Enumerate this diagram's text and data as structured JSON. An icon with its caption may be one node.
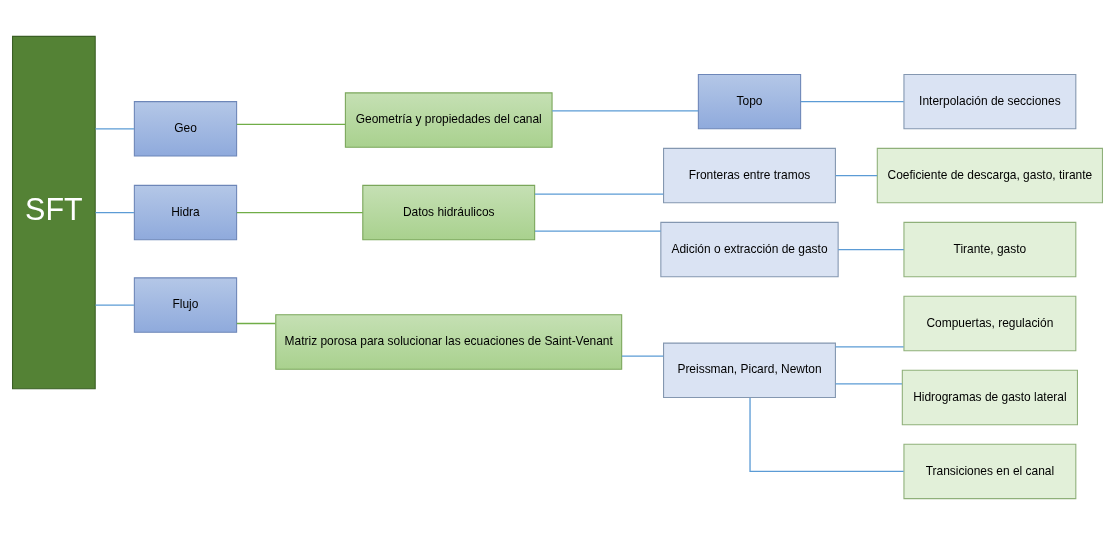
{
  "diagram": {
    "nodes": [
      {
        "text": [
          "SFT"
        ]
      },
      {
        "text": [
          "Geo"
        ]
      },
      {
        "text": [
          "Hidra"
        ]
      },
      {
        "text": [
          "Flujo"
        ]
      },
      {
        "text": [
          "Geometría y propiedades del canal"
        ]
      },
      {
        "text": [
          "Topo"
        ]
      },
      {
        "text": [
          "Interpolación de secciones"
        ]
      },
      {
        "text": [
          "Datos hidráulicos"
        ]
      },
      {
        "text": [
          "Fronteras entre tramos"
        ]
      },
      {
        "text": [
          "Adición o extracción de gasto"
        ]
      },
      {
        "text": [
          "Coeficiente de descarga, gasto, tirante"
        ]
      },
      {
        "text": [
          "Tirante, gasto"
        ]
      },
      {
        "text": [
          "Matriz porosa para solucionar las ecuaciones de Saint-Venant"
        ]
      },
      {
        "text": [
          "Preissman, Picard, Newton"
        ]
      },
      {
        "text": [
          "Compuertas, regulación"
        ]
      },
      {
        "text": [
          "Hidrogramas de gasto lateral"
        ]
      },
      {
        "text": [
          "Transiciones en el canal"
        ]
      }
    ],
    "edges": [
      {
        "from": 0,
        "to": 1,
        "arrow": "none"
      },
      {
        "from": 0,
        "to": 2,
        "arrow": "none"
      },
      {
        "from": 0,
        "to": 3,
        "arrow": "none"
      },
      {
        "from": 1,
        "to": 4,
        "arrow": "none",
        "color": "#70ad47"
      },
      {
        "from": 4,
        "to": 5,
        "arrow": "none"
      },
      {
        "from": 5,
        "to": 6,
        "arrow": "none"
      },
      {
        "from": 2,
        "to": 7,
        "arrow": "none",
        "color": "#70ad47"
      },
      {
        "from": 7,
        "to": 8,
        "arrow": "none"
      },
      {
        "from": 7,
        "to": 9,
        "arrow": "none"
      },
      {
        "from": 8,
        "to": 10,
        "arrow": "none"
      },
      {
        "from": 9,
        "to": 11,
        "arrow": "none"
      },
      {
        "from": 3,
        "to": 12,
        "arrow": "none",
        "color": "#70ad47"
      },
      {
        "from": 12,
        "to": 13,
        "arrow": "none"
      },
      {
        "from": 13,
        "to": 14,
        "arrow": "none"
      },
      {
        "from": 13,
        "to": 15,
        "arrow": "none"
      },
      {
        "from": 13,
        "to": 16,
        "arrow": "none"
      }
    ]
  }
}
